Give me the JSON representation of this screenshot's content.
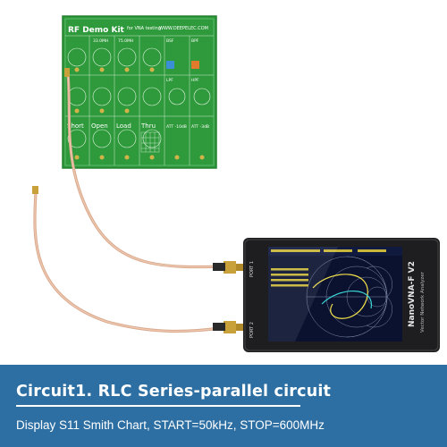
{
  "board": {
    "title": "RF Demo Kit",
    "subtitle": "for VNA testing",
    "website": "WWW.DEEPELEC.COM",
    "row1_labels": [
      "33.0MH",
      "75.0MH",
      "BSF",
      "BPF"
    ],
    "row2_labels": [
      "LPF",
      "HPF"
    ],
    "row3_labels": [
      "Short",
      "Open",
      "Load",
      "Thru",
      "ATT -10dB",
      "ATT -3dB"
    ]
  },
  "analyzer": {
    "brand": "NanoVNA-F V2",
    "model": "Vector Network Analyzer",
    "port1": "PORT 1",
    "port2": "PORT 2"
  },
  "banner": {
    "title": "Circuit1. RLC Series-parallel circuit",
    "subtitle": "Display S11 Smith Chart, START=50kHz, STOP=600MHz",
    "color": "#2d6fa3"
  }
}
